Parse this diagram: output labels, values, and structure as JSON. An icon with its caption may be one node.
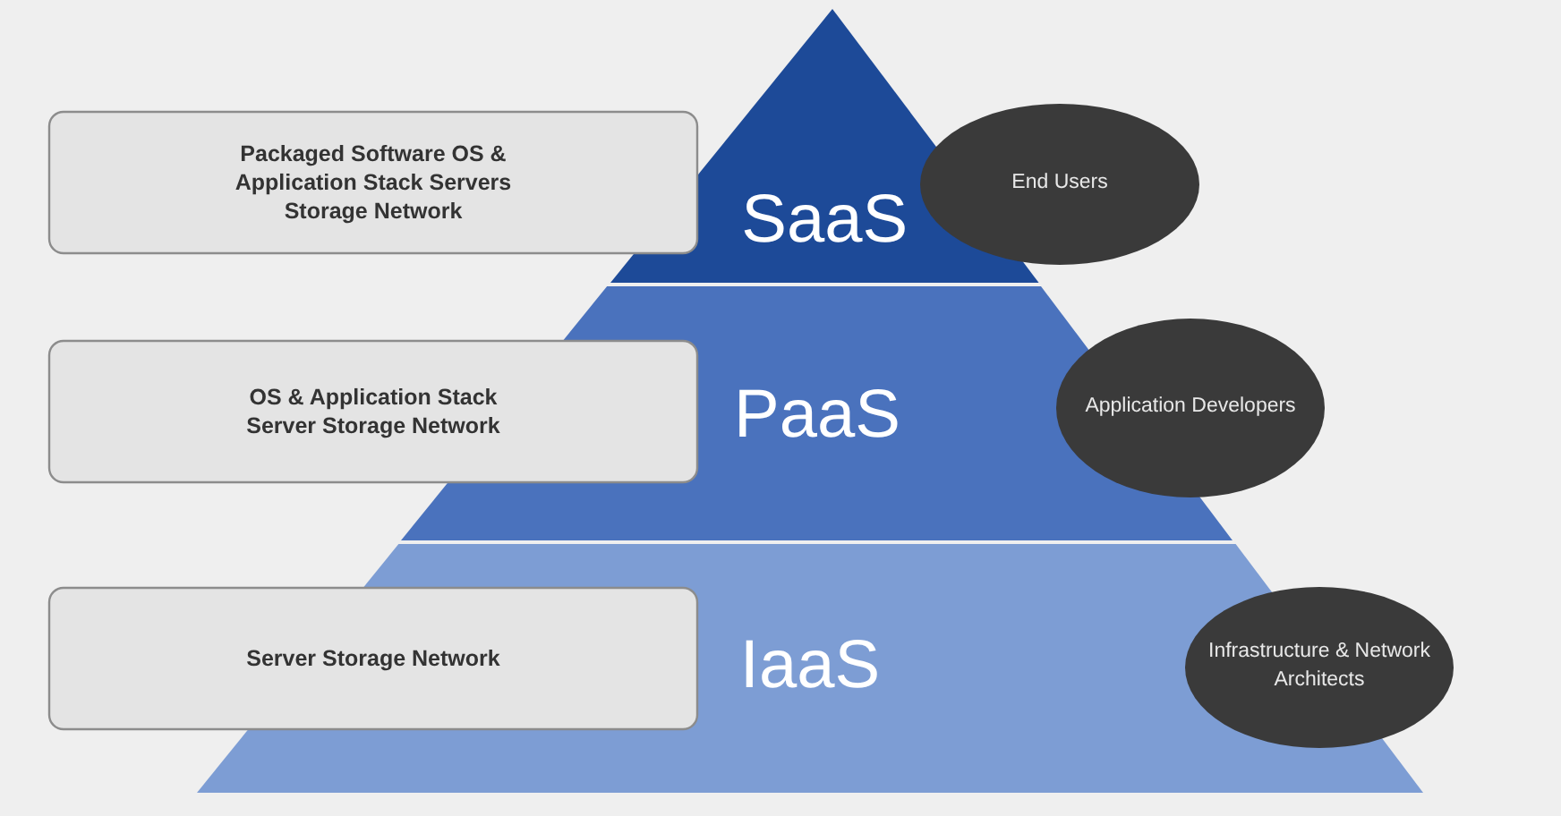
{
  "diagram": {
    "nodes": [
      {
        "text": [
          "Packaged Software OS & Application Stack Servers Storage Network"
        ]
      },
      {
        "text": [
          "SaaS"
        ]
      },
      {
        "text": [
          "End Users"
        ]
      },
      {
        "text": [
          "OS & Application Stack Server Storage Network"
        ]
      },
      {
        "text": [
          "PaaS"
        ]
      },
      {
        "text": [
          "Application Developers"
        ]
      },
      {
        "text": [
          "Server Storage Network"
        ]
      },
      {
        "text": [
          "IaaS"
        ]
      },
      {
        "text": [
          "Infrastructure & Network Architects"
        ]
      }
    ]
  }
}
